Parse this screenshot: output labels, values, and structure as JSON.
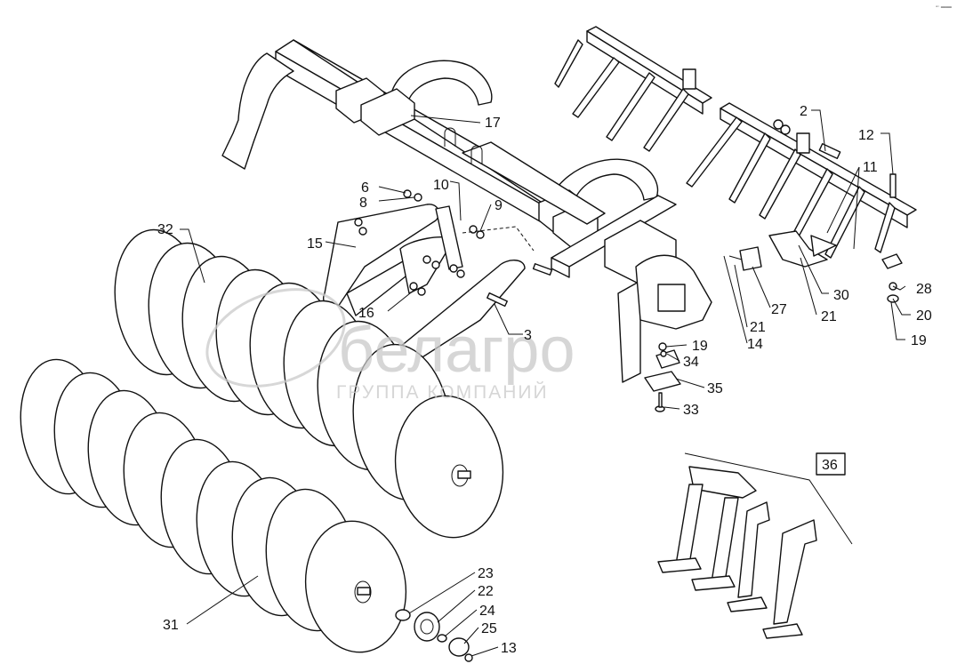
{
  "parts": [
    {
      "num": "17"
    },
    {
      "num": "2"
    },
    {
      "num": "12"
    },
    {
      "num": "11"
    },
    {
      "num": "6"
    },
    {
      "num": "8"
    },
    {
      "num": "10"
    },
    {
      "num": "9"
    },
    {
      "num": "32"
    },
    {
      "num": "15"
    },
    {
      "num": "16"
    },
    {
      "num": "3"
    },
    {
      "num": "28"
    },
    {
      "num": "30"
    },
    {
      "num": "27"
    },
    {
      "num": "21"
    },
    {
      "num": "20"
    },
    {
      "num": "21"
    },
    {
      "num": "14"
    },
    {
      "num": "19"
    },
    {
      "num": "19"
    },
    {
      "num": "34"
    },
    {
      "num": "35"
    },
    {
      "num": "33"
    },
    {
      "num": "36"
    },
    {
      "num": "23"
    },
    {
      "num": "22"
    },
    {
      "num": "24"
    },
    {
      "num": "25"
    },
    {
      "num": "13"
    },
    {
      "num": "31"
    }
  ],
  "watermark": {
    "brand": "белагро",
    "tagline": "ГРУППА КОМПАНИЙ"
  },
  "corner_mark": "▪▫ ▬▬"
}
